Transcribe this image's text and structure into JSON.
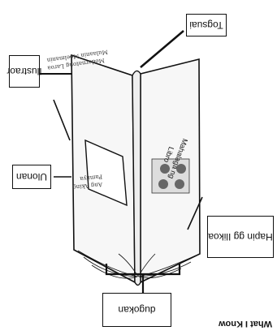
{
  "labels": {
    "book_title_box": "Togsuai",
    "illustration_box": "Ilustraor",
    "author_box": "Ulonan",
    "hapin_box": "Hapin gg Ilikoa",
    "bottom_box": "dugokan"
  },
  "header_text": "What I Know",
  "page_texts": {
    "right_card_line1": "Mahalaga ng",
    "right_card_line2": "Libro",
    "left_top_small1": "Modernatong Laroa",
    "left_top_small2": "Mulaanin Moelmanin",
    "left_bottom_small1": "Ang Aking",
    "left_bottom_small2": "Pamilya"
  },
  "colors": {
    "stroke": "#111111",
    "cover_fill": "#f4f4f4",
    "photo_fill": "#666666"
  }
}
